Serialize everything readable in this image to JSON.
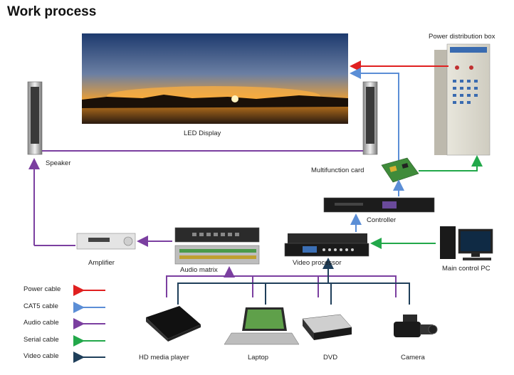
{
  "title": "Work process",
  "devices": {
    "led_display": "LED Display",
    "power_box": "Power distribution box",
    "speaker": "Speaker",
    "multifunction_card": "Multifunction card",
    "controller": "Controller",
    "amplifier": "Amplifier",
    "audio_matrix": "Audio  matrix",
    "video_processor": "Video processor",
    "main_pc": "Main control PC",
    "hd_player": "HD media player",
    "laptop": "Laptop",
    "dvd": "DVD",
    "camera": "Camera"
  },
  "legend": [
    {
      "label": "Power cable",
      "color": "#e02020"
    },
    {
      "label": "CAT5 cable",
      "color": "#5b8ed6"
    },
    {
      "label": "Audio cable",
      "color": "#7b3fa0"
    },
    {
      "label": "Serial cable",
      "color": "#22a84a"
    },
    {
      "label": "Video cable",
      "color": "#1f3f5a"
    }
  ],
  "colors": {
    "power": "#e02020",
    "cat5": "#5b8ed6",
    "audio": "#7b3fa0",
    "serial": "#22a84a",
    "video": "#1f3f5a"
  }
}
